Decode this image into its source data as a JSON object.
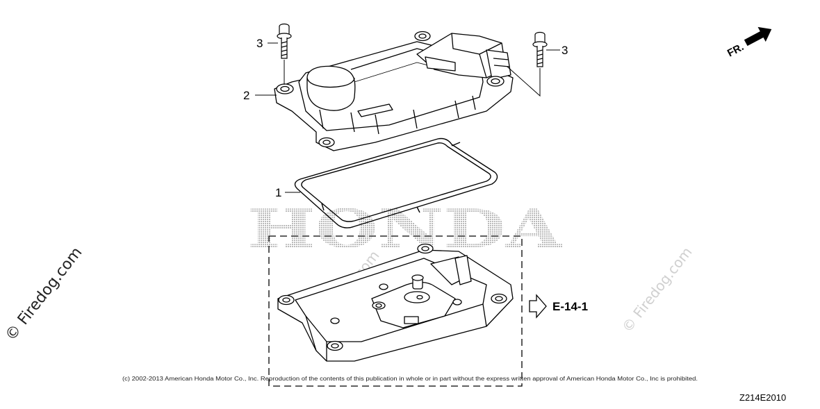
{
  "callouts": {
    "part_1": "1",
    "part_2": "2",
    "part_3_left": "3",
    "part_3_right": "3"
  },
  "reference": {
    "label": "E-14-1"
  },
  "direction": {
    "label": "FR."
  },
  "watermarks": {
    "firedog_main": "© Firedog.com",
    "firedog_faint": "© Firedog.com",
    "brand": "HONDA"
  },
  "footer": {
    "copyright": "(c) 2002-2013 American Honda Motor Co., Inc. Reproduction of the contents of this publication in whole or in part without the express written approval of American Honda Motor Co., Inc is prohibited.",
    "diagram_code": "Z214E2010"
  }
}
